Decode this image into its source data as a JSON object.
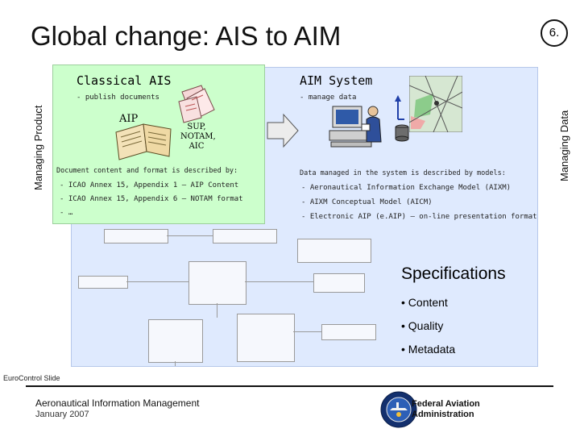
{
  "header": {
    "title": "Global change: AIS to AIM",
    "slide_number": "6."
  },
  "side_labels": {
    "left": "Managing Product",
    "right": "Managing Data"
  },
  "left_panel": {
    "heading": "Classical AIS",
    "subtitle": "- publish documents",
    "book_label": "AIP",
    "papers_label_1": "SUP,",
    "papers_label_2": "NOTAM,",
    "papers_label_3": "AIC",
    "description": "Document content and format is described by:",
    "items": [
      "- ICAO Annex 15, Appendix 1 – AIP Content",
      "- ICAO Annex 15, Appendix 6 – NOTAM format",
      "- …"
    ]
  },
  "right_panel": {
    "heading": "AIM System",
    "subtitle": "- manage data",
    "description": "Data managed in the system is described by models:",
    "items": [
      "- Aeronautical Information Exchange Model (AIXM)",
      "- AIXM Conceptual Model (AICM)",
      "- Electronic AIP (e.AIP) – on-line presentation format"
    ]
  },
  "specifications": {
    "heading": "Specifications",
    "items": [
      "• Content",
      "• Quality",
      "• Metadata"
    ]
  },
  "footer": {
    "credit": "EuroControl Slide",
    "title": "Aeronautical Information Management",
    "date": "January 2007",
    "agency_line1": "Federal Aviation",
    "agency_line2": "Administration"
  },
  "colors": {
    "green_panel": "#ccffcc",
    "blue_panel": "#dfeafe",
    "arrow": "#cfcfcf"
  },
  "icons": [
    "document-stack-icon",
    "open-book-icon",
    "arrow-right-icon",
    "computer-workstation-icon",
    "database-icon",
    "map-icon",
    "faa-seal-icon"
  ]
}
